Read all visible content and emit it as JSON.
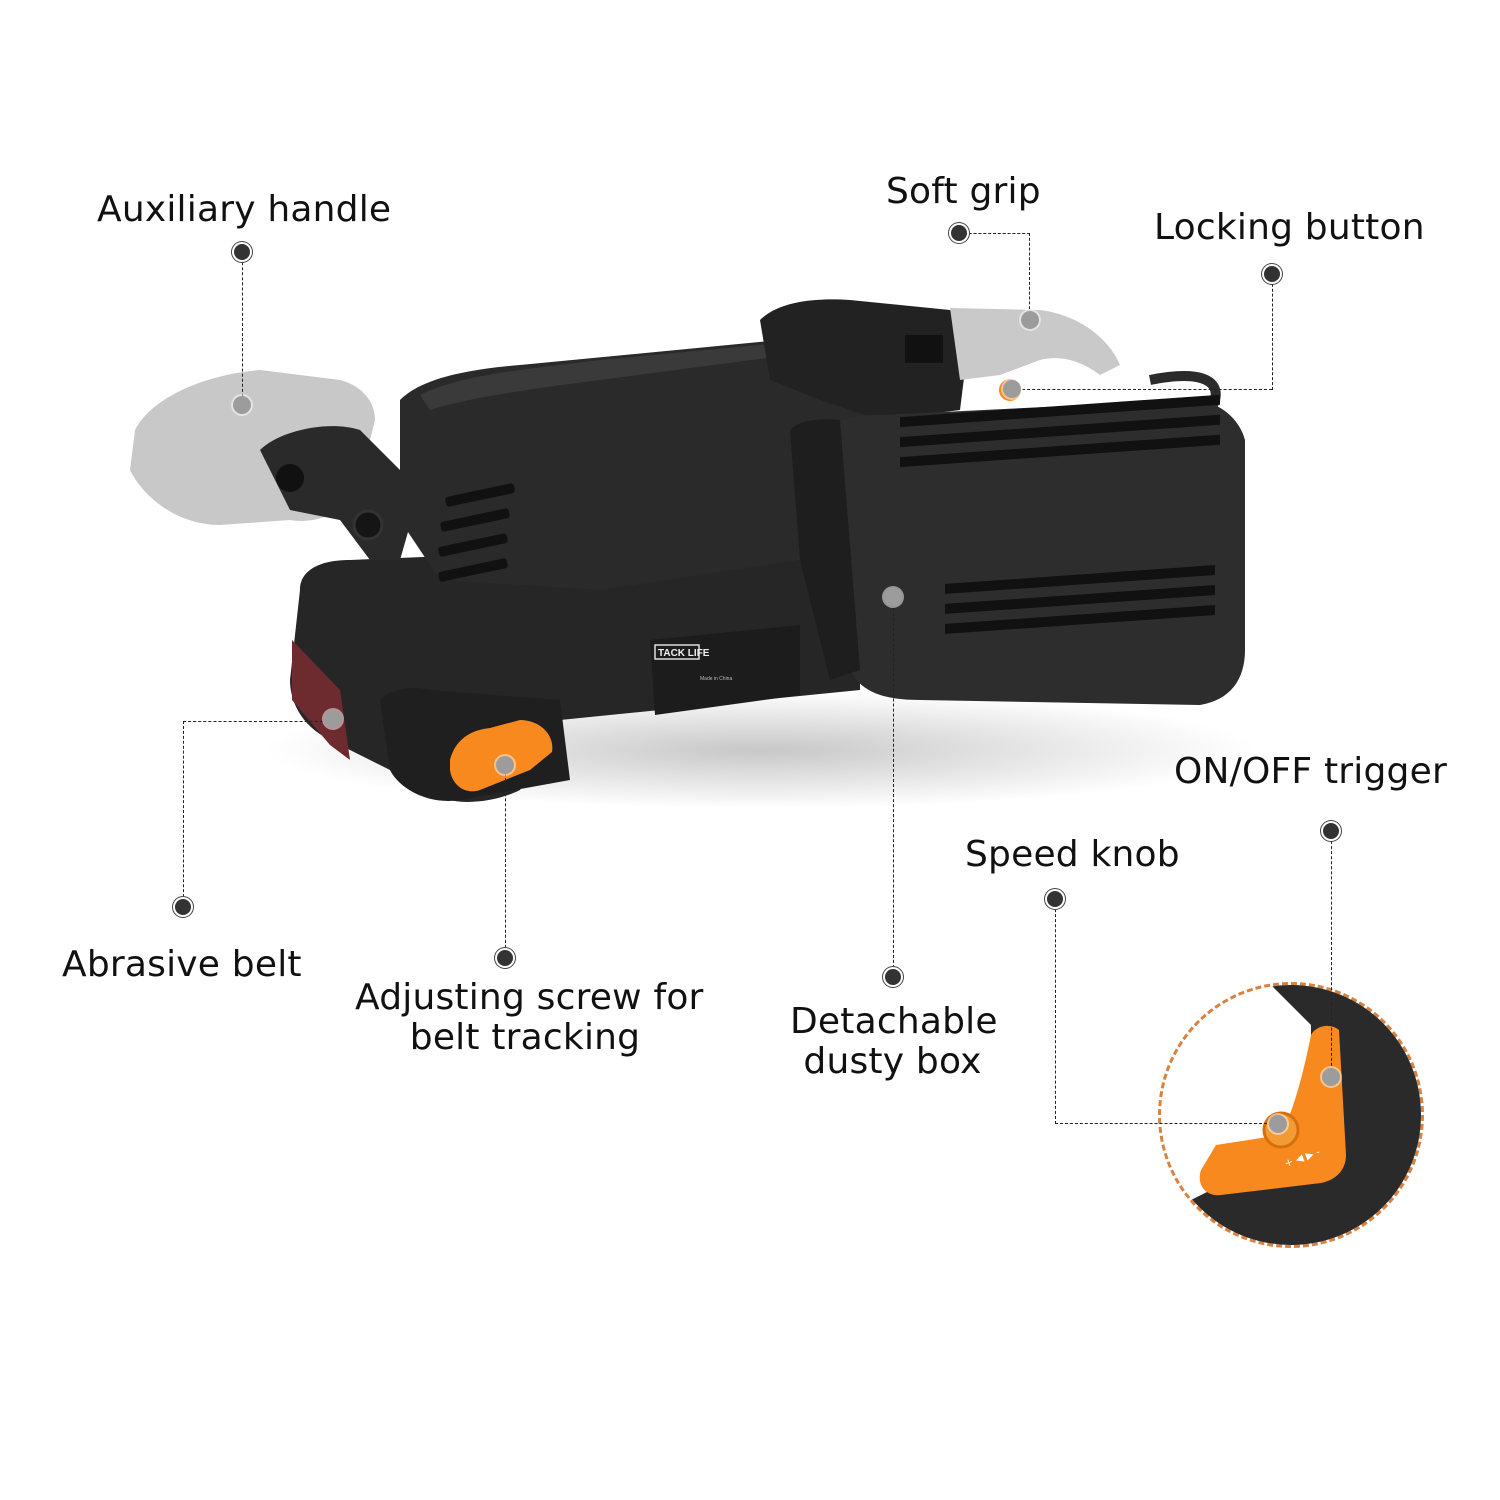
{
  "product": {
    "brand_logo": "TACK LIFE",
    "plate_text": "Made in China"
  },
  "callouts": [
    {
      "id": "auxiliary-handle",
      "label": "Auxiliary handle"
    },
    {
      "id": "soft-grip",
      "label": "Soft grip"
    },
    {
      "id": "locking-button",
      "label": "Locking button"
    },
    {
      "id": "abrasive-belt",
      "label": "Abrasive belt"
    },
    {
      "id": "adjusting-screw",
      "label_line1": "Adjusting screw for",
      "label_line2": "belt tracking"
    },
    {
      "id": "dusty-box",
      "label_line1": "Detachable",
      "label_line2": "dusty box"
    },
    {
      "id": "speed-knob",
      "label": "Speed knob"
    },
    {
      "id": "on-off-trigger",
      "label": "ON/OFF trigger"
    }
  ],
  "trigger_inset": {
    "speed_marks": "+ ◀ ▶ -"
  },
  "colors": {
    "body": "#2a2a2a",
    "body_dark": "#1b1b1b",
    "grip_grey": "#c9c9c9",
    "accent_orange": "#f7891e",
    "inset_ring": "#d9813f",
    "belt": "#6e2b2f"
  }
}
